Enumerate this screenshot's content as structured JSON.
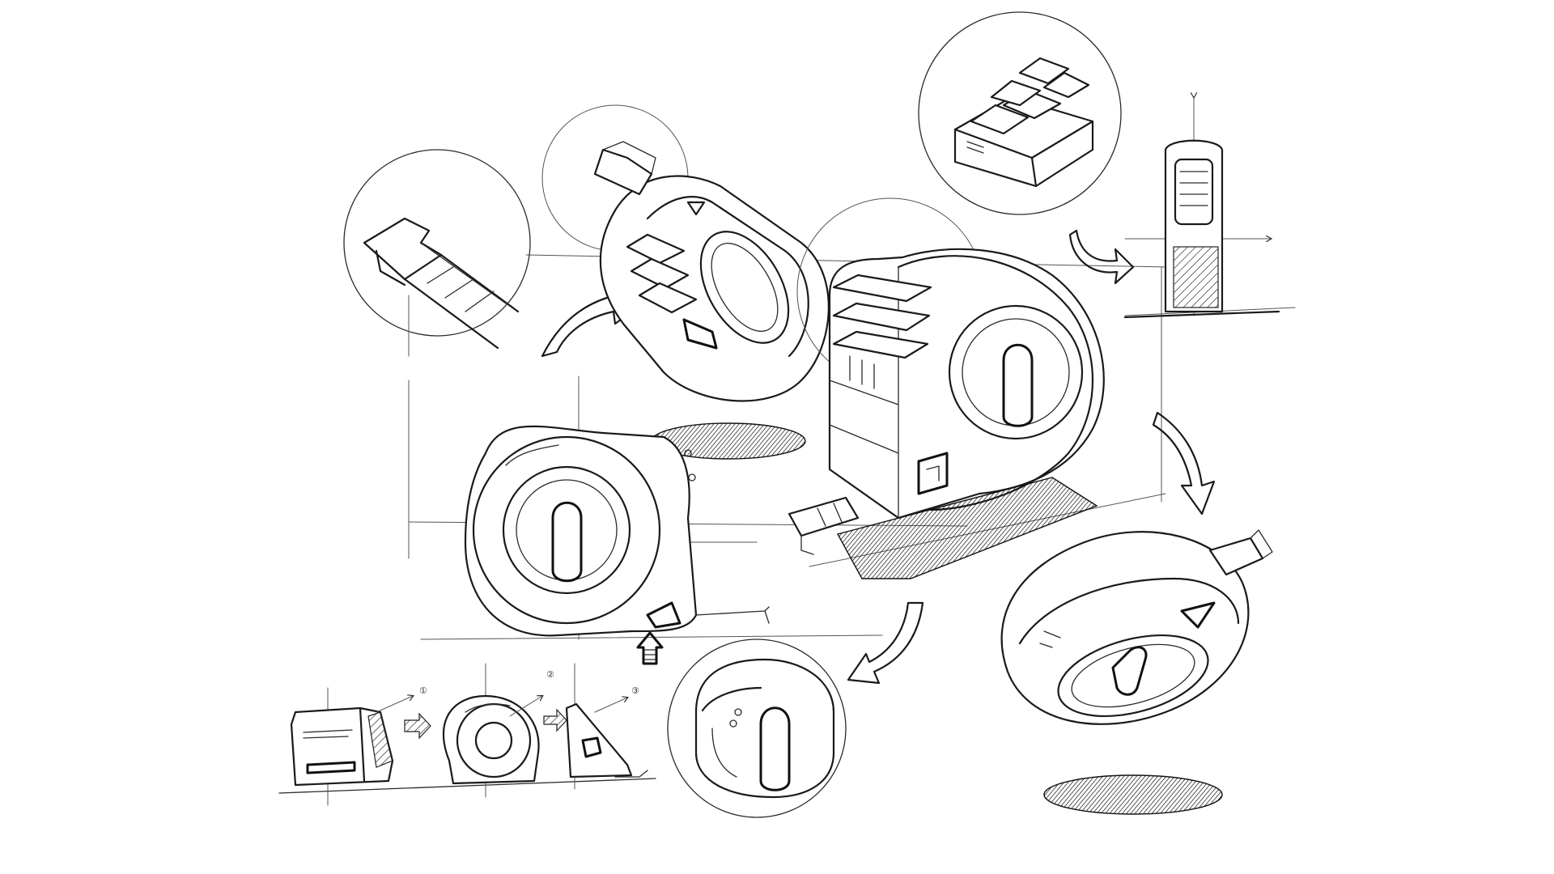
{
  "sheet": {
    "background": "#ffffff",
    "ink_color": "#1a1a1a"
  },
  "callouts": {
    "step_1": "①",
    "step_2": "②",
    "step_3": "③"
  }
}
